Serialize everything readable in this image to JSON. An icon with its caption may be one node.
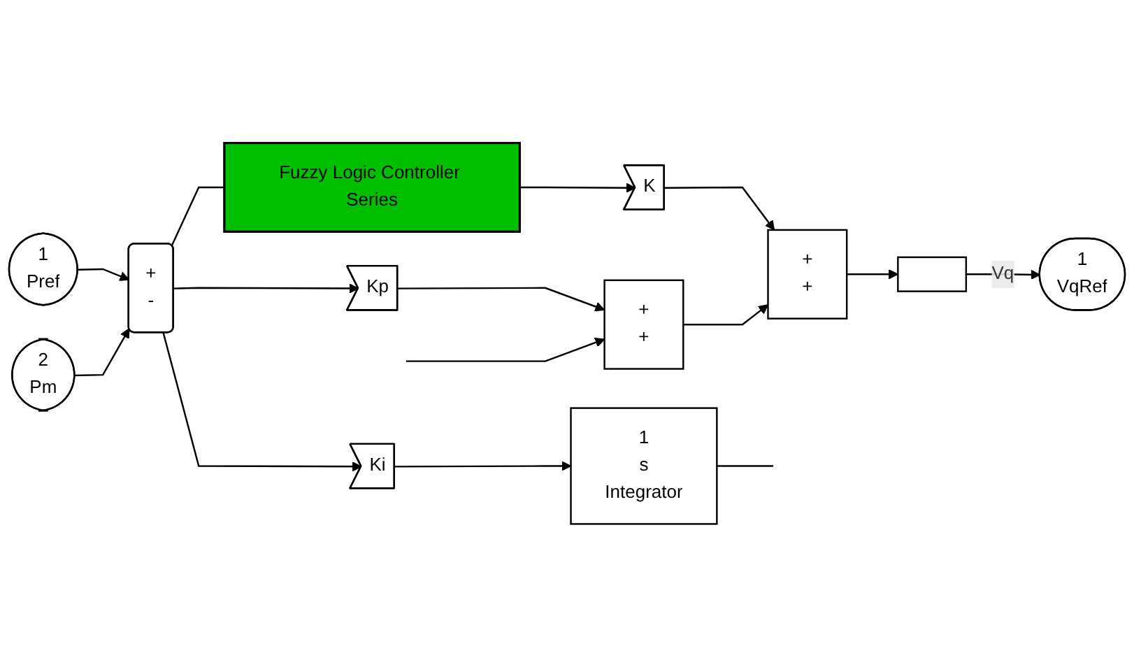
{
  "diagram": {
    "nodes": [
      {
        "text": [
          "1",
          "Pref"
        ]
      },
      {
        "text": [
          "2",
          "Pm"
        ]
      },
      {
        "text": [
          "+",
          "-"
        ]
      },
      {
        "text": [
          "Fuzzy Logic Controller Series"
        ]
      },
      {
        "text": [
          "K"
        ]
      },
      {
        "text": [
          "Kp"
        ]
      },
      {
        "text": [
          "Ki"
        ]
      },
      {
        "text": [
          "1",
          "s",
          "Integrator"
        ]
      },
      {
        "text": [
          "+",
          "+"
        ]
      },
      {
        "text": [
          "+",
          "+"
        ]
      },
      {
        "text": [],
        "shape": "box"
      },
      {
        "text": [
          "1",
          "VqRef"
        ]
      }
    ],
    "edges": [
      {
        "from": 0,
        "to": 2,
        "arrow": "to"
      },
      {
        "from": 1,
        "to": 2,
        "arrow": "to"
      },
      {
        "from": 2,
        "to": 3,
        "arrow": "none"
      },
      {
        "from": 2,
        "to": 5,
        "arrow": "to"
      },
      {
        "from": 2,
        "to": 6,
        "arrow": "to"
      },
      {
        "from": 3,
        "to": 4,
        "arrow": "to"
      },
      {
        "from": 4,
        "to": 9,
        "arrow": "to"
      },
      {
        "from": 5,
        "to": 8,
        "arrow": "to"
      },
      {
        "from": 6,
        "to": 7,
        "arrow": "to"
      },
      {
        "from": 7,
        "to": null,
        "arrow": "none"
      },
      {
        "from": null,
        "to": 8,
        "arrow": "to"
      },
      {
        "from": 8,
        "to": 9,
        "arrow": "to"
      },
      {
        "from": 9,
        "to": 10,
        "arrow": "to"
      },
      {
        "from": 10,
        "to": 11,
        "label": "Vq",
        "arrow": "to"
      }
    ]
  }
}
